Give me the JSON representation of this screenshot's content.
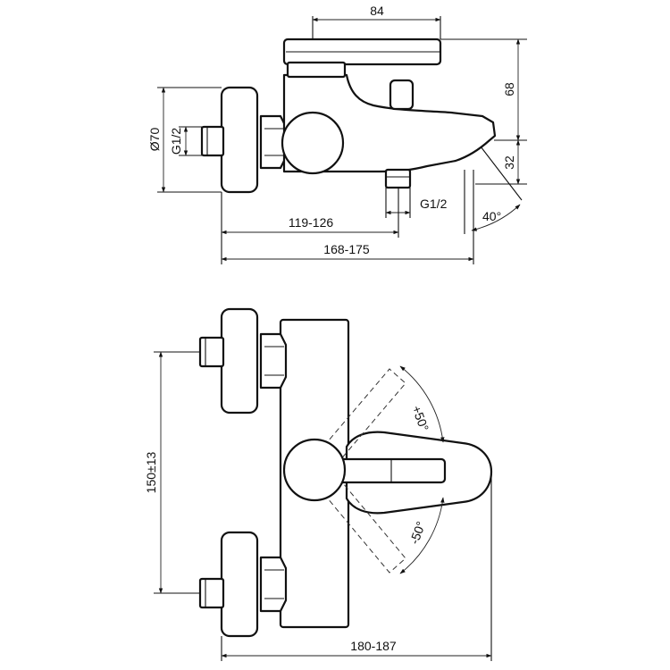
{
  "side_view": {
    "dim_top_width": "84",
    "dim_lever_height": "68",
    "dim_spout_height": "32",
    "dim_diameter": "Ø70",
    "dim_inlet_thread": "G1/2",
    "dim_outlet_thread": "G1/2",
    "dim_spout_angle": "40°",
    "dim_depth_short": "119-126",
    "dim_depth_long": "168-175"
  },
  "top_view": {
    "dim_centers": "150±13",
    "dim_rotation_plus": "+50°",
    "dim_rotation_minus": "-50°",
    "dim_overall_length": "180-187"
  },
  "colors": {
    "line": "#111111",
    "background": "#ffffff"
  }
}
